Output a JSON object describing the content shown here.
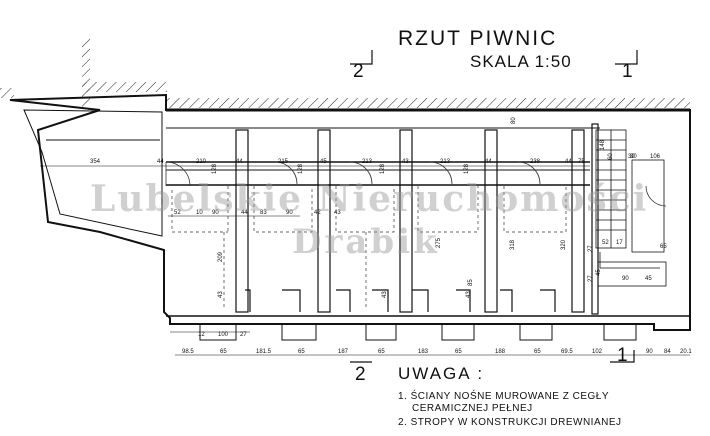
{
  "title": "RZUT PIWNIC",
  "scale": "SKALA 1:50",
  "watermark": {
    "line1": "Lubelskie Nieruchomości",
    "line2": "Drabik"
  },
  "section_marks": [
    {
      "id": "2-top",
      "label": "2"
    },
    {
      "id": "1-top",
      "label": "1"
    },
    {
      "id": "2-bottom",
      "label": "2"
    },
    {
      "id": "1-bottom",
      "label": "1"
    }
  ],
  "notes": {
    "heading": "UWAGA :",
    "items": [
      "1. ŚCIANY NOŚNE MUROWANE Z CEGŁY",
      "CERAMICZNEJ PEŁNEJ",
      "2. STROPY W KONSTRUKCJI DREWNIANEJ"
    ]
  },
  "dimensions": {
    "top_row": [
      "354",
      "44",
      "210",
      "44",
      "215",
      "45",
      "213",
      "43",
      "213",
      "44",
      "238",
      "44",
      "75",
      "30",
      "106"
    ],
    "inner_row": [
      "52",
      "10",
      "90",
      "44",
      "83",
      "90",
      "42",
      "43"
    ],
    "vertical": [
      "128",
      "128",
      "128",
      "128",
      "80",
      "209",
      "43",
      "43",
      "43",
      "275",
      "318",
      "320",
      "85",
      "148",
      "60",
      "27",
      "45",
      "27"
    ],
    "stair": [
      "90",
      "45",
      "52",
      "17",
      "30",
      "65"
    ],
    "window_row": [
      "12",
      "100",
      "27"
    ],
    "bottom_row": [
      "98.5",
      "65",
      "181.5",
      "65",
      "187",
      "65",
      "183",
      "65",
      "188",
      "65",
      "69.5",
      "102",
      "90",
      "84",
      "20.1"
    ]
  }
}
